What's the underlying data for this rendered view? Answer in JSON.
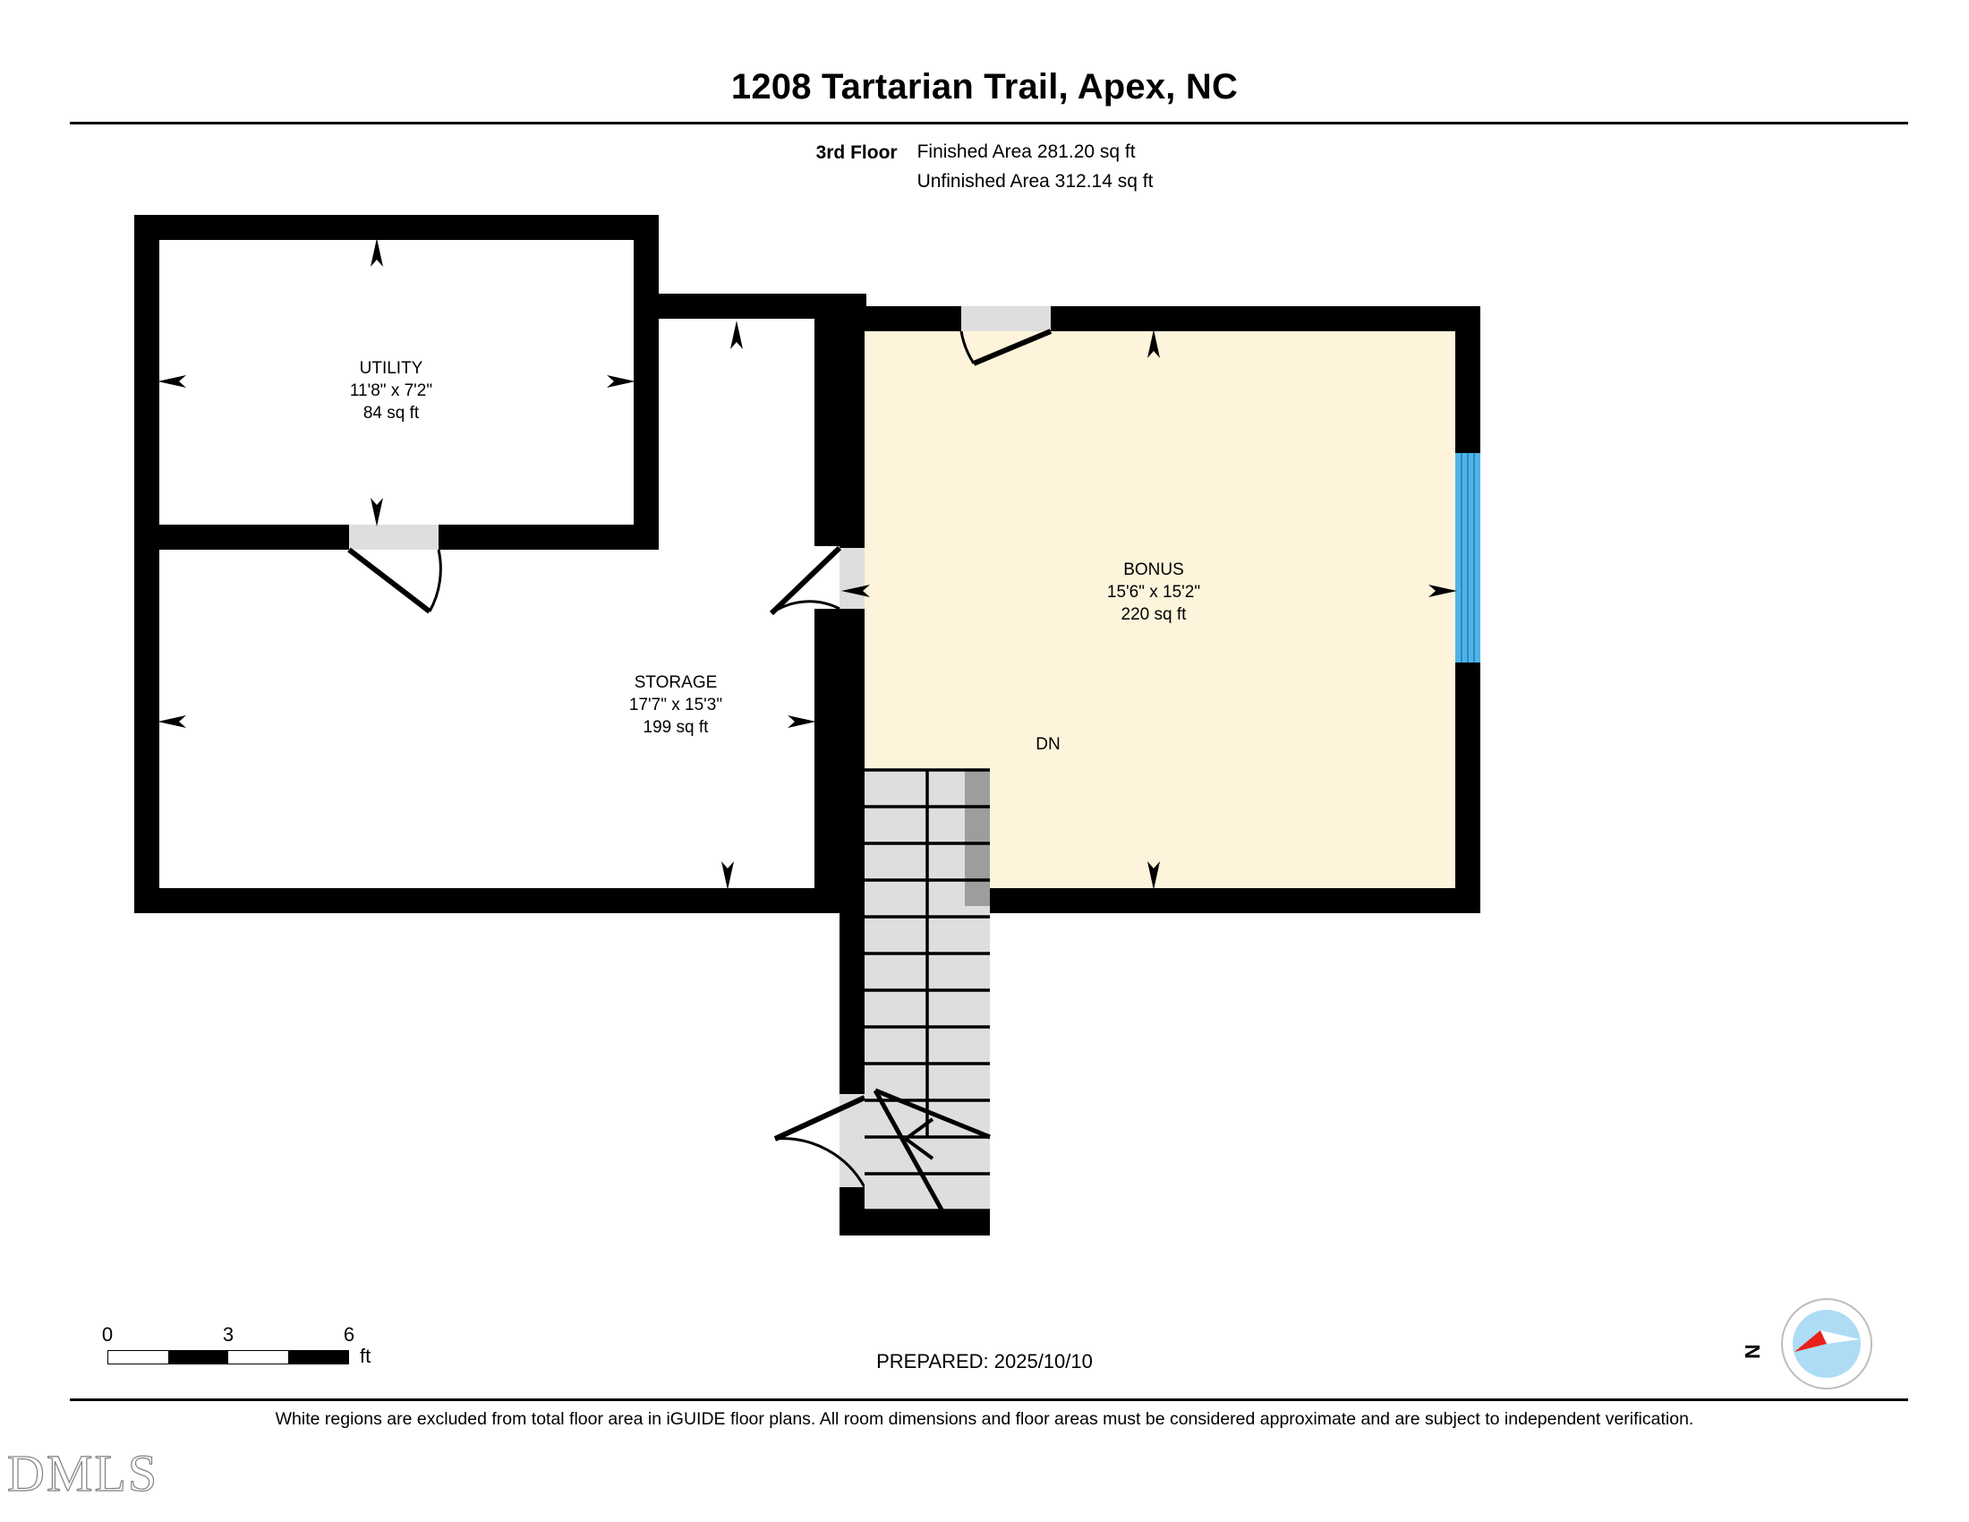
{
  "header": {
    "title": "1208 Tartarian Trail, Apex, NC",
    "floor_label": "3rd Floor",
    "finished_area": "Finished Area 281.20 sq ft",
    "unfinished_area": "Unfinished Area 312.14 sq ft"
  },
  "rooms": [
    {
      "id": "utility",
      "name": "UTILITY",
      "dimensions": "11'8\" x 7'2\"",
      "area": "84 sq ft",
      "fill": "#FFFFFF"
    },
    {
      "id": "storage",
      "name": "STORAGE",
      "dimensions": "17'7\" x 15'3\"",
      "area": "199 sq ft",
      "fill": "#FFFFFF"
    },
    {
      "id": "bonus",
      "name": "BONUS",
      "dimensions": "15'6\" x 15'2\"",
      "area": "220 sq ft",
      "fill": "#FDF4DB"
    }
  ],
  "annotations": {
    "stairs_direction": "DN"
  },
  "scale": {
    "ticks": [
      "0",
      "3",
      "6"
    ],
    "unit": "ft"
  },
  "footer": {
    "prepared": "PREPARED: 2025/10/10",
    "disclaimer": "White regions are excluded from total floor area in iGUIDE floor plans. All room dimensions and floor areas must be considered approximate and are subject to independent verification.",
    "compass_label": "N",
    "watermark": "DMLS"
  },
  "colors": {
    "wall": "#000000",
    "bonus_fill": "#FDF4DB",
    "stair_fill": "#DEDEDE",
    "window_blue": "#4FB3E8",
    "compass_disc": "#AEDCF5",
    "compass_needle_red": "#E8201A"
  }
}
